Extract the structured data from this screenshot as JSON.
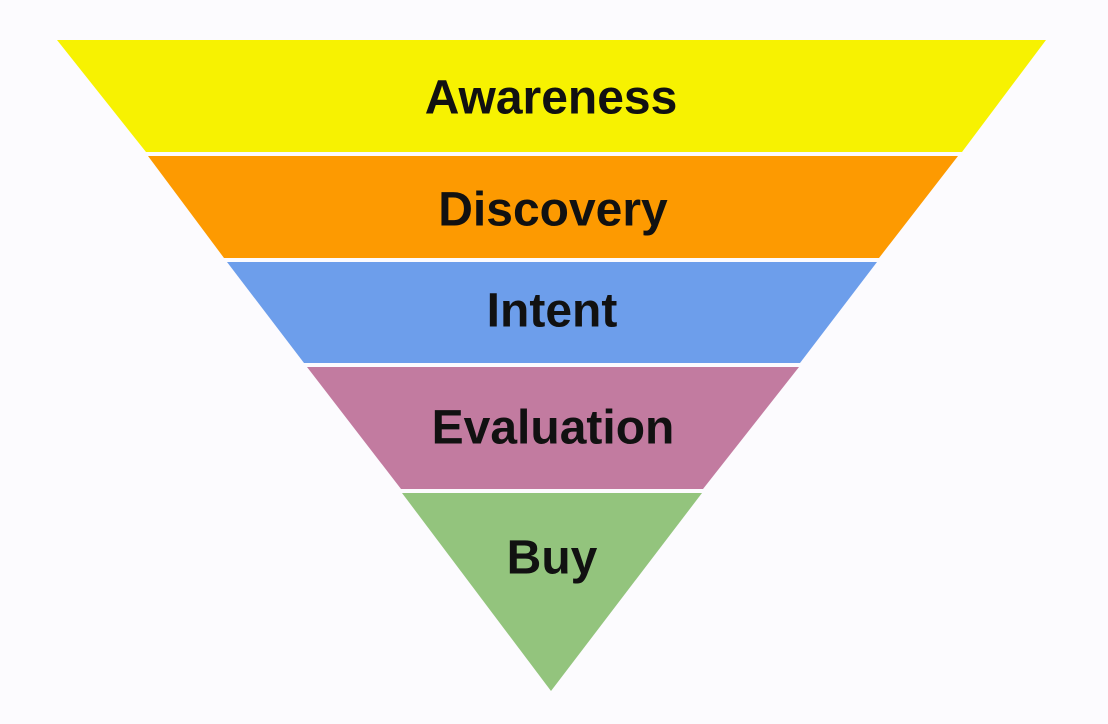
{
  "funnel": {
    "stages": [
      {
        "label": "Awareness",
        "color": "#f7f201"
      },
      {
        "label": "Discovery",
        "color": "#fd9a01"
      },
      {
        "label": "Intent",
        "color": "#6d9eeb"
      },
      {
        "label": "Evaluation",
        "color": "#c27ba0"
      },
      {
        "label": "Buy",
        "color": "#93c47d"
      }
    ]
  }
}
